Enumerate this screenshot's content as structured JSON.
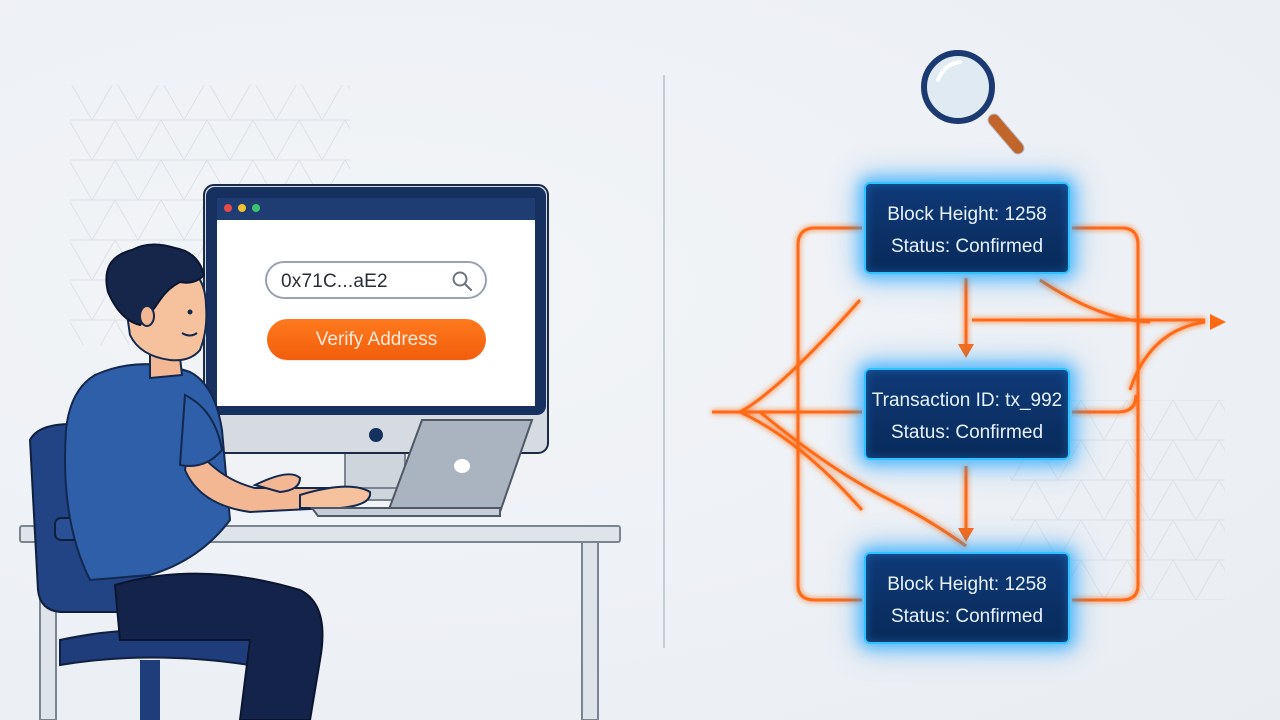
{
  "screen": {
    "address_value": "0x71C...aE2",
    "verify_label": "Verify Address"
  },
  "blocks": [
    {
      "line1": "Block Height: 1258",
      "line2": "Status: Confirmed"
    },
    {
      "line1": "Transaction ID: tx_992",
      "line2": "Status: Confirmed"
    },
    {
      "line1": "Block Height: 1258",
      "line2": "Status: Confirmed"
    }
  ],
  "colors": {
    "accent_orange": "#f25d0b",
    "block_fill": "#0b3168",
    "block_glow": "#2ec3ff",
    "navy": "#1b3a72",
    "background": "#eef1f5"
  },
  "icons": [
    "magnifier-icon",
    "search-icon"
  ]
}
